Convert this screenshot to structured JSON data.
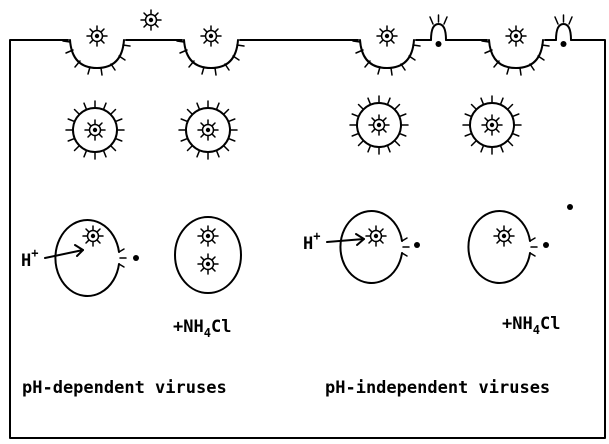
{
  "labels": {
    "h_plus": "H",
    "h_plus_sup": "+",
    "nh4cl_prefix": "+NH",
    "nh4cl_sub": "4",
    "nh4cl_suffix": "Cl",
    "ph_dependent": "pH-dependent viruses",
    "ph_independent": "pH-independent viruses"
  }
}
